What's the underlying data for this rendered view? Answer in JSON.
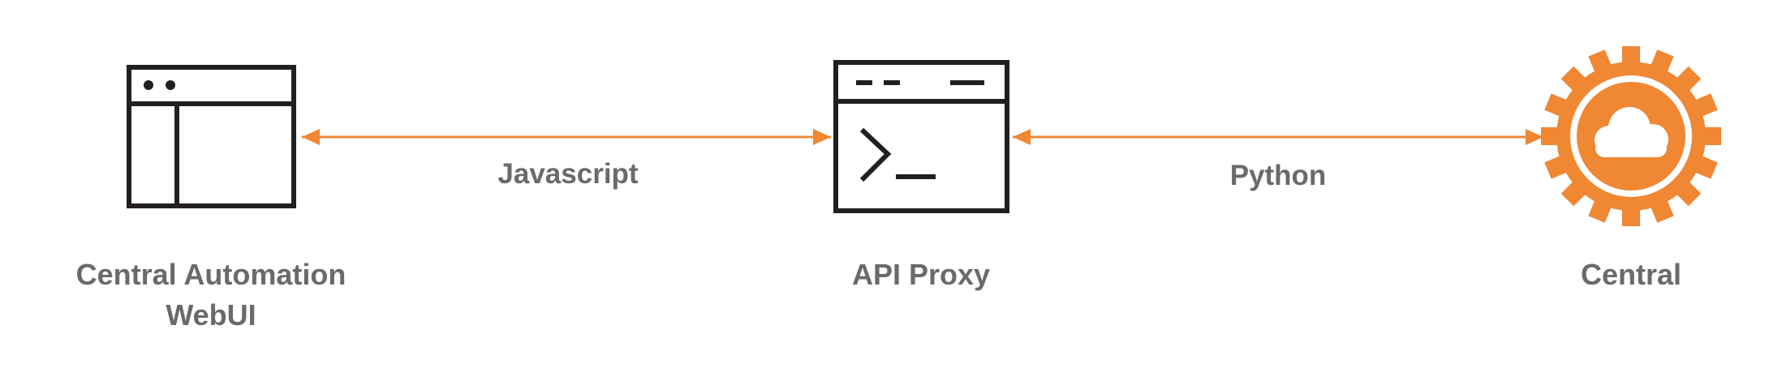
{
  "nodes": {
    "webui": {
      "label_line1": "Central Automation",
      "label_line2": "WebUI",
      "icon": "browser-window-icon"
    },
    "proxy": {
      "label": "API Proxy",
      "icon": "terminal-window-icon"
    },
    "central": {
      "label": "Central",
      "icon": "cloud-gear-icon"
    }
  },
  "connectors": {
    "left": {
      "label": "Javascript",
      "direction": "bidirectional"
    },
    "right": {
      "label": "Python",
      "direction": "bidirectional"
    }
  },
  "colors": {
    "accent": "#f08733",
    "icon_stroke": "#231f20",
    "label_text": "#6a6a6c",
    "background": "#ffffff"
  }
}
